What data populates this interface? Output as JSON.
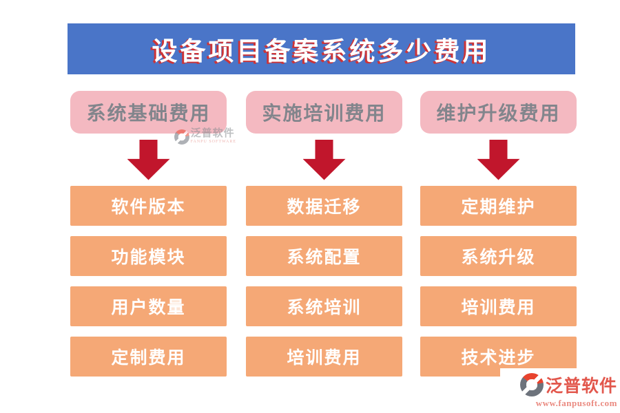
{
  "header": {
    "title": "设备项目备案系统多少费用",
    "bg_color": "#4a75c8",
    "text_color": "#ffffff",
    "shadow_color": "#d33030"
  },
  "columns": [
    {
      "category": "系统基础费用",
      "items": [
        "软件版本",
        "功能模块",
        "用户数量",
        "定制费用"
      ]
    },
    {
      "category": "实施培训费用",
      "items": [
        "数据迁移",
        "系统配置",
        "系统培训",
        "培训费用"
      ]
    },
    {
      "category": "维护升级费用",
      "items": [
        "定期维护",
        "系统升级",
        "培训费用",
        "技术进步"
      ]
    }
  ],
  "colors": {
    "category_bg": "#f4b9c1",
    "category_text": "#82858c",
    "arrow": "#c1162c",
    "item_bg": "#f5a876",
    "item_text": "#ffffff"
  },
  "watermark": {
    "brand": "泛普软件",
    "brand_sub": "FANPU SOFTWARE",
    "url": "www.fanpusoft.com",
    "logo_icon": "fanpu-logo",
    "brand_color": "#e2574c"
  }
}
